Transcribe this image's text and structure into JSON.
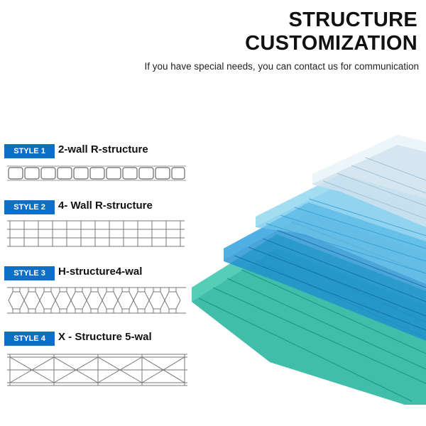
{
  "header": {
    "title_line1": "STRUCTURE",
    "title_line2": "CUSTOMIZATION",
    "subtitle": "If you have special needs, you can contact us for communication"
  },
  "styles": [
    {
      "badge": "STYLE 1",
      "label": "2-wall R-structure"
    },
    {
      "badge": "STYLE 2",
      "label": "4- Wall R-structure"
    },
    {
      "badge": "STYLE 3",
      "label": "H-structure4-wal"
    },
    {
      "badge": "STYLE 4",
      "label": "X - Structure 5-wal"
    }
  ],
  "colors": {
    "badge": "#0e6fc7",
    "sheet_clear": "#cfe2ef",
    "sheet_lightblue": "#6ec6ea",
    "sheet_blue": "#1f8fd0",
    "sheet_teal": "#1fb39a"
  },
  "image": {
    "name": "polycarbonate-sheets-illustration"
  }
}
